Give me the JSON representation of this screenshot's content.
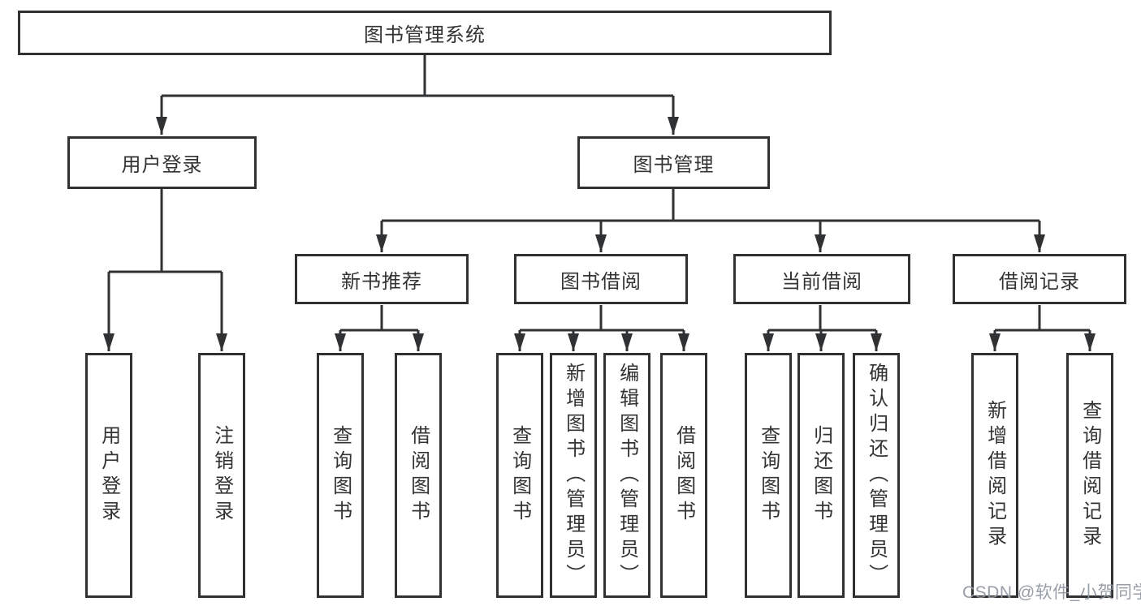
{
  "diagram": {
    "root": {
      "label": "图书管理系统"
    },
    "branches": [
      {
        "label": "用户登录",
        "children": [
          "用户登录",
          "注销登录"
        ]
      },
      {
        "label": "图书管理",
        "children": [
          {
            "label": "新书推荐",
            "children": [
              "查询图书",
              "借阅图书"
            ]
          },
          {
            "label": "图书借阅",
            "children": [
              "查询图书",
              "新增图书（管理员）",
              "编辑图书（管理员）",
              "借阅图书"
            ]
          },
          {
            "label": "当前借阅",
            "children": [
              "查询图书",
              "归还图书",
              "确认归还（管理员）"
            ]
          },
          {
            "label": "借阅记录",
            "children": [
              "新增借阅记录",
              "查询借阅记录"
            ]
          }
        ]
      }
    ]
  },
  "watermark": "CSDN @软件_小贺同学",
  "colors": {
    "line": "#333333",
    "border": "#2f3133",
    "text": "#333333",
    "watermark": "#8e96a0"
  }
}
